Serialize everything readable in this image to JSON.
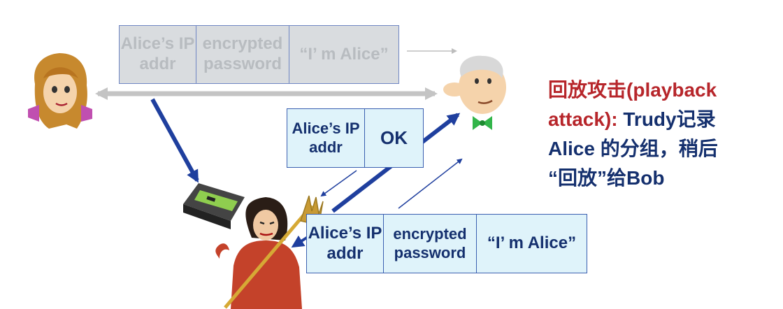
{
  "top_packet": {
    "cell1": "Alice’s IP addr",
    "cell2": "encrypted password",
    "cell3": "“I’ m Alice”"
  },
  "ok_packet": {
    "cell1": "Alice’s IP addr",
    "cell2": "OK"
  },
  "replay_packet": {
    "cell1": "Alice’s IP addr",
    "cell2": "encrypted password",
    "cell3": "“I’ m Alice”"
  },
  "side_text": {
    "title_cn": "回放攻击",
    "title_en": "(playback attack):",
    "trudy": " Trudy",
    "cn1": "记录",
    "alice": "Alice",
    "cn2": " 的分组，稍后",
    "cn3": "“回放”给",
    "bob": "Bob"
  },
  "colors": {
    "arrow_blue": "#1f3f9e",
    "arrow_gray": "#c4c4c4",
    "title_red": "#b7262b",
    "text_navy": "#15306e",
    "packet_active_fill": "#dff3fa",
    "packet_faded_fill": "#d9dcdf"
  }
}
